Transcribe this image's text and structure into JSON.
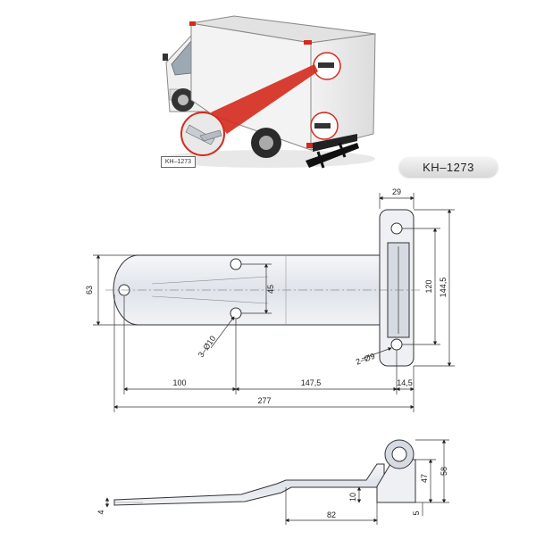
{
  "product": {
    "badge_code": "KH–1273",
    "inset_code": "KH–1273"
  },
  "dimensions": {
    "top_width": "29",
    "left_height": "63",
    "hole_spacing": "45",
    "pin_length": "120",
    "total_height": "144,5",
    "holes_small": "3–Ø10",
    "holes_leaf": "2–Ø9",
    "len_a": "100",
    "len_b": "147,5",
    "len_c": "14,5",
    "len_total": "277",
    "side_thickness": "4",
    "side_offset": "10",
    "side_leaf_height": "47",
    "side_total_height": "58",
    "side_bottom": "5",
    "side_length": "82"
  },
  "colors": {
    "truck_box": "#eeeeee",
    "red_accent": "#d42a1c",
    "metal": "#e7eaf0",
    "line": "#333333"
  }
}
